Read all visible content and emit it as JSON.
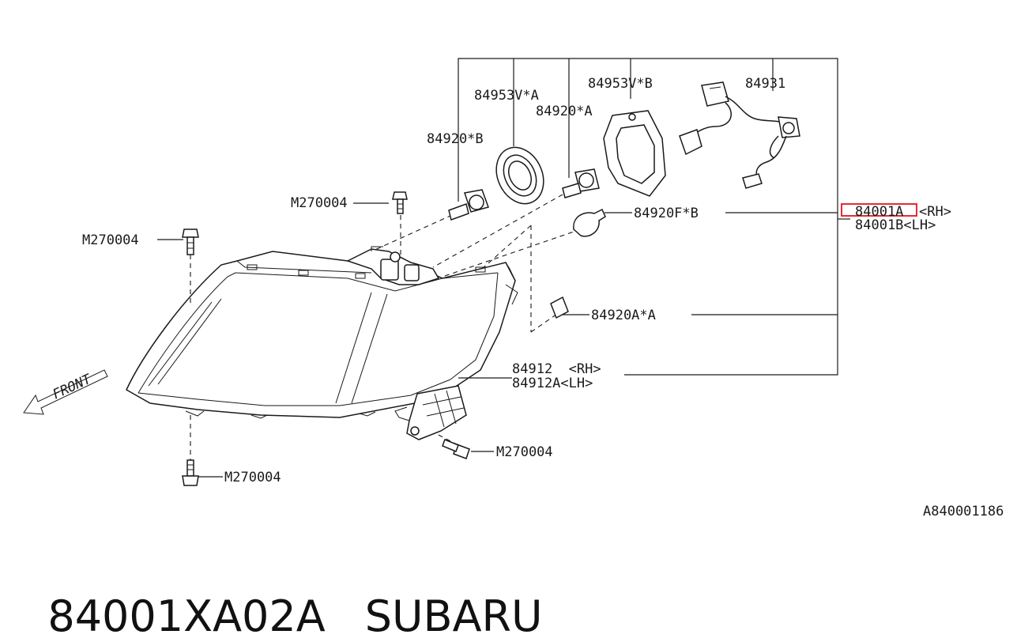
{
  "callouts": {
    "m270004_top": "M270004",
    "m270004_left": "M270004",
    "m270004_bottom_left": "M270004",
    "m270004_bottom_right": "M270004",
    "p84953v_a": "84953V*A",
    "p84953v_b": "84953V*B",
    "p84931": "84931",
    "p84920_a": "84920*A",
    "p84920_b": "84920*B",
    "p84920f_b": "84920F*B",
    "p84920a_a": "84920A*A",
    "p84001a": "84001A",
    "p84001a_side": "<RH>",
    "p84001b": "84001B<LH>",
    "p84912": "84912  <RH>",
    "p84912a": "84912A<LH>"
  },
  "front_label": "FRONT",
  "diagram_code": "A840001186",
  "footer": {
    "part_number": "84001XA02A",
    "brand": "SUBARU"
  },
  "colors": {
    "highlight": "#e0141e",
    "ink": "#1a1a1a"
  }
}
